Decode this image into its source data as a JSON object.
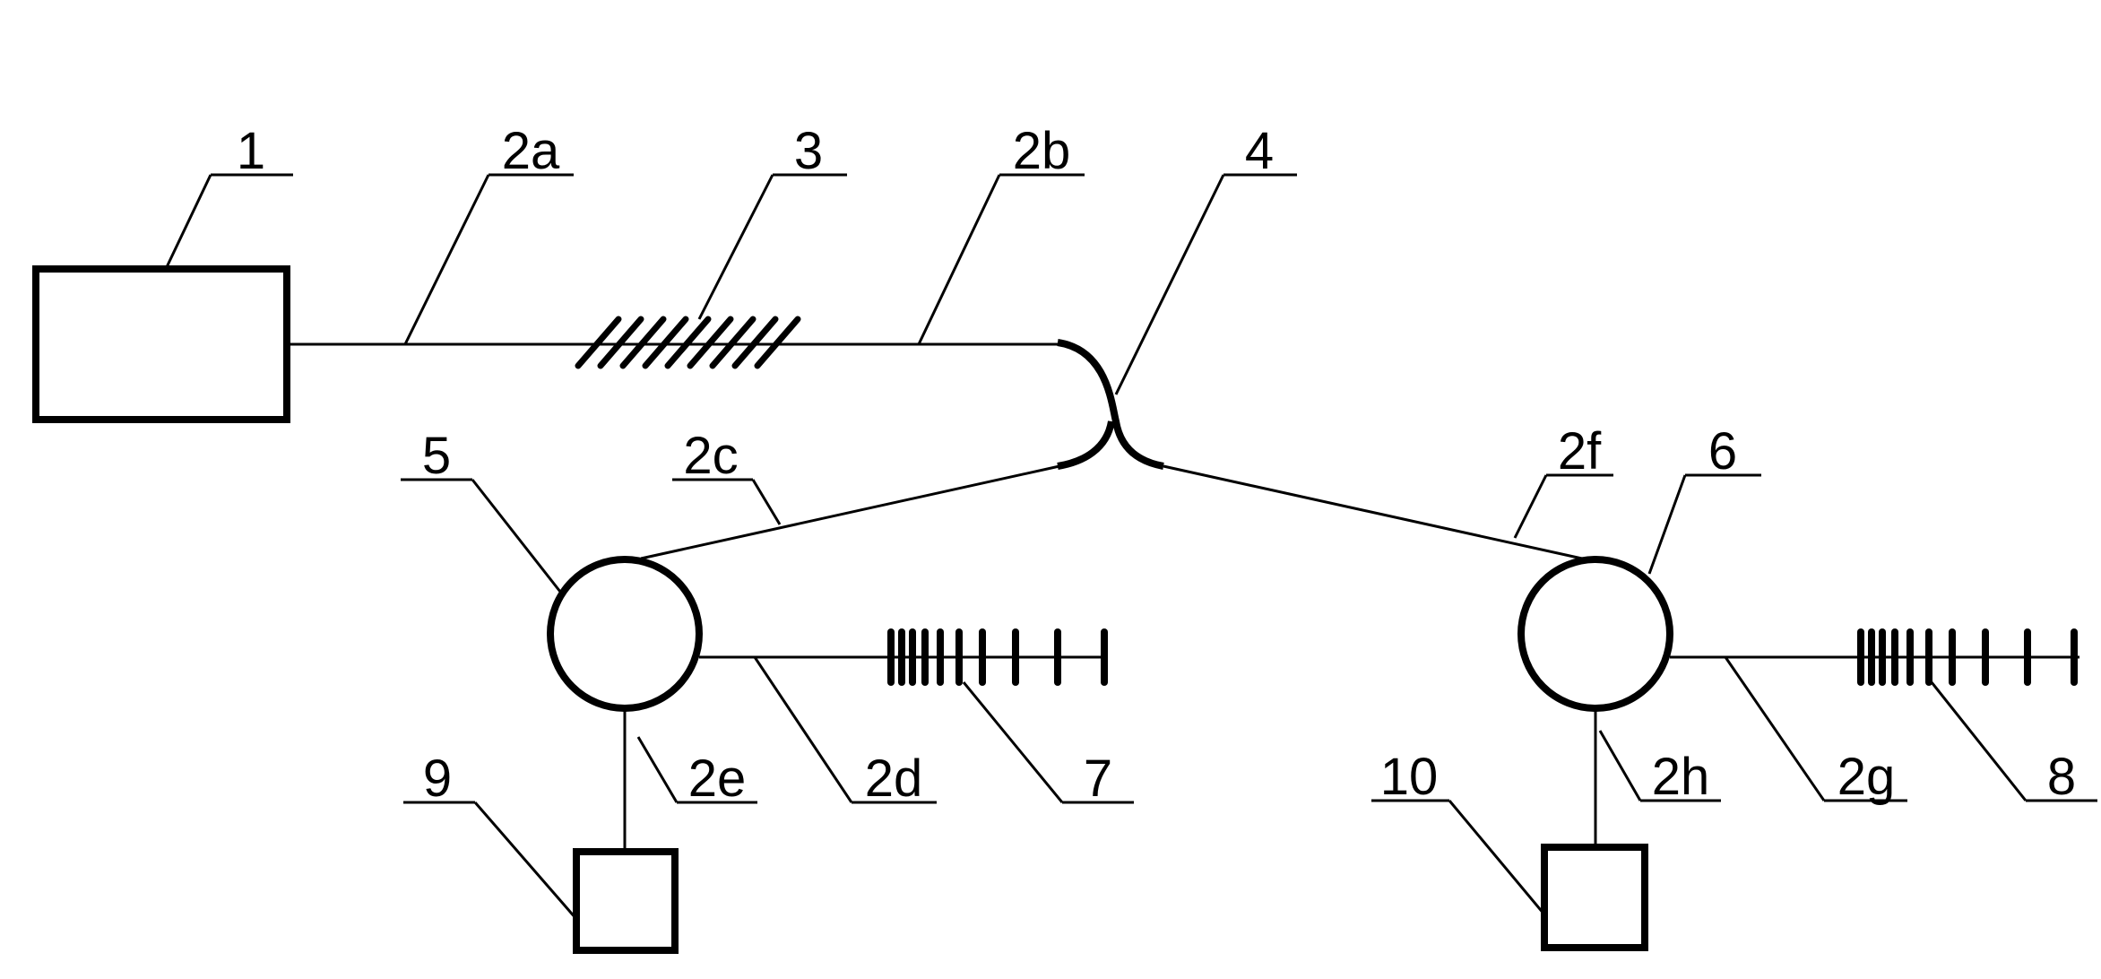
{
  "diagram": {
    "labels": {
      "n1": "1",
      "n2a": "2a",
      "n3": "3",
      "n2b": "2b",
      "n4": "4",
      "n2c": "2c",
      "n5": "5",
      "n2f": "2f",
      "n6": "6",
      "n2d": "2d",
      "n2e": "2e",
      "n7": "7",
      "n9": "9",
      "n10": "10",
      "n2h": "2h",
      "n2g": "2g",
      "n8": "8"
    }
  }
}
